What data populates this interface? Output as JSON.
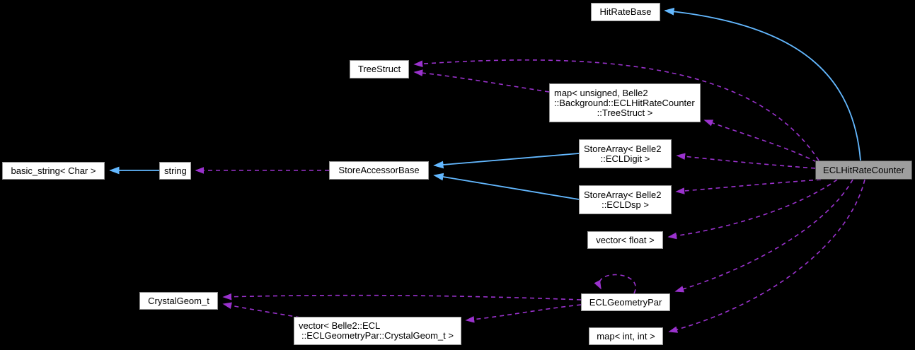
{
  "diagram": {
    "kind": "doxygen-collaboration-graph",
    "background": "#000000",
    "colors": {
      "inheritance_edge": "#63b8ff",
      "usage_edge": "#9a32cd",
      "node_fill": "#ffffff",
      "node_border": "#969696",
      "node_text": "#000000",
      "current_node_fill": "#9e9e9e",
      "current_node_border": "#4a4a4a"
    },
    "nodes": {
      "hitratebase": {
        "label": "HitRateBase"
      },
      "treestruct": {
        "label": "TreeStruct"
      },
      "map_treestruct": {
        "lines": [
          "map< unsigned, Belle2",
          "::Background::ECLHitRateCounter",
          "::TreeStruct >"
        ]
      },
      "basic_string": {
        "label": "basic_string< Char >"
      },
      "string": {
        "label": "string"
      },
      "store_accessor_base": {
        "label": "StoreAccessorBase"
      },
      "storearray_ecldigit": {
        "lines": [
          "StoreArray< Belle2",
          "::ECLDigit >"
        ]
      },
      "storearray_ecldsp": {
        "lines": [
          "StoreArray< Belle2",
          "::ECLDsp >"
        ]
      },
      "vector_float": {
        "label": "vector< float >"
      },
      "crystalgeom_t": {
        "label": "CrystalGeom_t"
      },
      "eclgeometrypar": {
        "label": "ECLGeometryPar"
      },
      "vector_crystalgeom": {
        "lines": [
          "vector< Belle2::ECL",
          "::ECLGeometryPar::CrystalGeom_t >"
        ]
      },
      "map_int_int": {
        "label": "map< int, int >"
      },
      "eclhitratecounter": {
        "label": "ECLHitRateCounter"
      }
    },
    "edges": [
      {
        "from": "eclhitratecounter",
        "to": "hitratebase",
        "relation": "public-inheritance"
      },
      {
        "from": "string",
        "to": "basic_string",
        "relation": "public-inheritance"
      },
      {
        "from": "storearray_ecldigit",
        "to": "store_accessor_base",
        "relation": "public-inheritance"
      },
      {
        "from": "storearray_ecldsp",
        "to": "store_accessor_base",
        "relation": "public-inheritance"
      },
      {
        "from": "eclhitratecounter",
        "to": "treestruct",
        "relation": "usage"
      },
      {
        "from": "map_treestruct",
        "to": "treestruct",
        "relation": "usage"
      },
      {
        "from": "eclhitratecounter",
        "to": "map_treestruct",
        "relation": "usage"
      },
      {
        "from": "store_accessor_base",
        "to": "string",
        "relation": "usage"
      },
      {
        "from": "eclhitratecounter",
        "to": "storearray_ecldigit",
        "relation": "usage"
      },
      {
        "from": "eclhitratecounter",
        "to": "storearray_ecldsp",
        "relation": "usage"
      },
      {
        "from": "eclhitratecounter",
        "to": "vector_float",
        "relation": "usage"
      },
      {
        "from": "eclhitratecounter",
        "to": "eclgeometrypar",
        "relation": "usage"
      },
      {
        "from": "eclhitratecounter",
        "to": "map_int_int",
        "relation": "usage"
      },
      {
        "from": "eclgeometrypar",
        "to": "crystalgeom_t",
        "relation": "usage"
      },
      {
        "from": "vector_crystalgeom",
        "to": "crystalgeom_t",
        "relation": "usage"
      },
      {
        "from": "eclgeometrypar",
        "to": "vector_crystalgeom",
        "relation": "usage"
      },
      {
        "from": "eclgeometrypar",
        "to": "eclgeometrypar",
        "relation": "usage-self"
      }
    ]
  }
}
